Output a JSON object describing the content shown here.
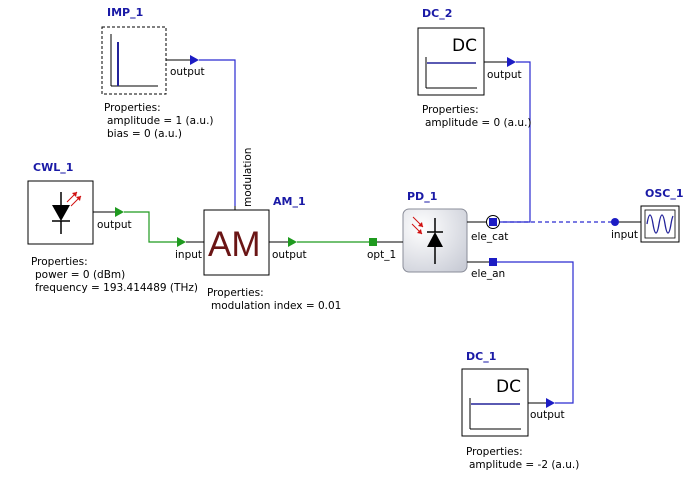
{
  "colors": {
    "electrical_wire": "#2a2ad0",
    "optical_wire": "#1f9a1f",
    "title_text": "#1a1aa6",
    "block_border": "#000000",
    "am_text": "#6a1515"
  },
  "components": {
    "imp_1": {
      "title": "IMP_1",
      "port_output": "output",
      "properties_label": "Properties:",
      "props": [
        "amplitude = 1 (a.u.)",
        "bias = 0 (a.u.)"
      ]
    },
    "dc_2": {
      "title": "DC_2",
      "icon_text": "DC",
      "port_output": "output",
      "properties_label": "Properties:",
      "props": [
        "amplitude = 0 (a.u.)"
      ]
    },
    "cwl_1": {
      "title": "CWL_1",
      "port_output": "output",
      "properties_label": "Properties:",
      "props": [
        "power = 0 (dBm)",
        "frequency = 193.414489 (THz)"
      ]
    },
    "am_1": {
      "title": "AM_1",
      "icon_text": "AM",
      "port_input": "input",
      "port_output": "output",
      "port_modulation": "modulation",
      "properties_label": "Properties:",
      "props": [
        "modulation index = 0.01"
      ]
    },
    "pd_1": {
      "title": "PD_1",
      "port_opt": "opt_1",
      "port_cat": "ele_cat",
      "port_an": "ele_an"
    },
    "osc_1": {
      "title": "OSC_1",
      "port_input": "input"
    },
    "dc_1": {
      "title": "DC_1",
      "icon_text": "DC",
      "port_output": "output",
      "properties_label": "Properties:",
      "props": [
        "amplitude = -2 (a.u.)"
      ]
    }
  }
}
